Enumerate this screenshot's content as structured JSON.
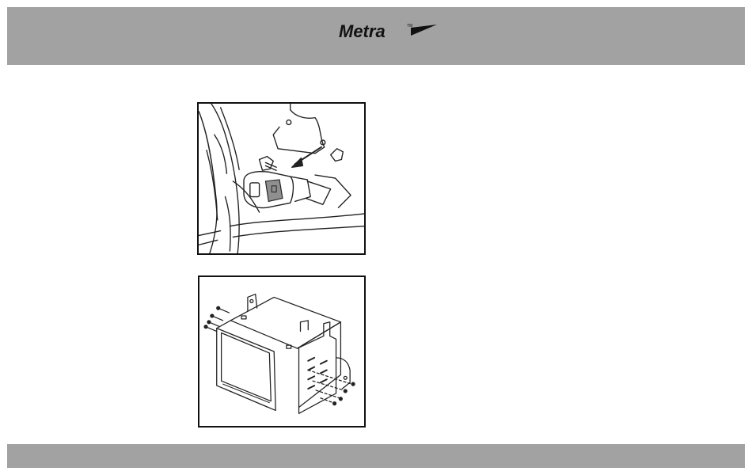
{
  "header": {
    "logo_text": "Metra",
    "trademark": "TM",
    "band_color": "#a3a2a2",
    "logo_color": "#111111"
  },
  "figures": [
    {
      "name": "wiring-connector-illustration"
    },
    {
      "name": "radio-bracket-assembly-illustration"
    }
  ],
  "footer": {
    "band_color": "#a3a2a2"
  }
}
